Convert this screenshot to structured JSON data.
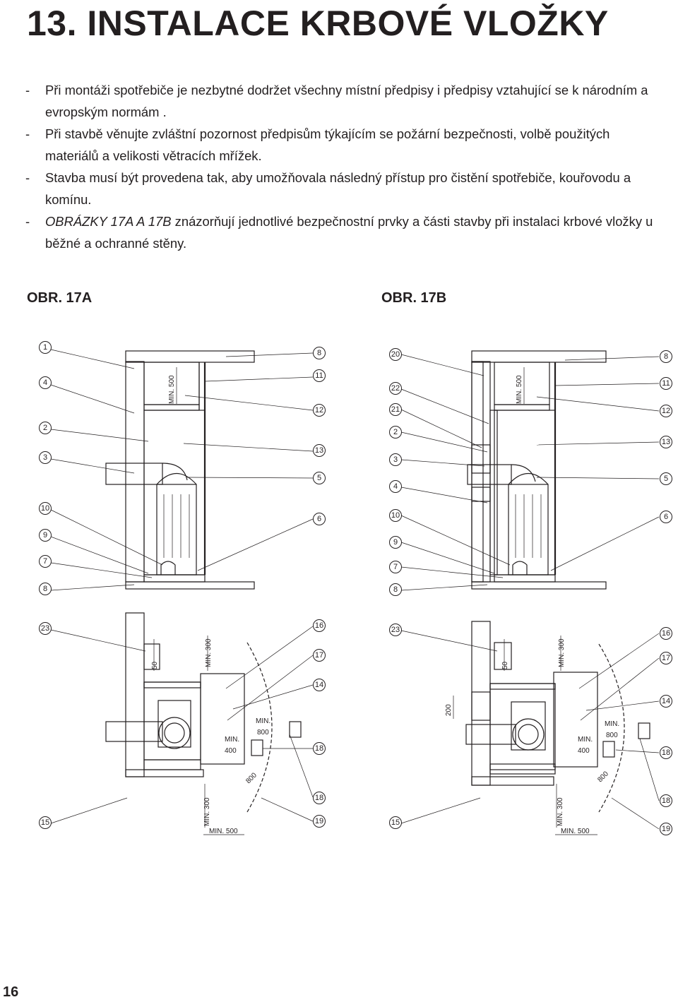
{
  "title": "13. INSTALACE KRBOVÉ VLOŽKY",
  "bullets": [
    {
      "dash": "-",
      "lead": "",
      "text": "Při montáži spotřebiče je nezbytné dodržet všechny místní předpisy i předpisy vztahující se k národním a evropským normám ."
    },
    {
      "dash": "-",
      "lead": "",
      "text": "Při stavbě věnujte zvláštní pozornost předpisům týkajícím se požární bezpečnosti, volbě použitých materiálů a velikosti větracích mřížek."
    },
    {
      "dash": "-",
      "lead": "",
      "text": "Stavba musí být provedena tak, aby umožňovala následný přístup pro čistění spotřebiče, kouřovodu a komínu."
    },
    {
      "dash": "-",
      "lead": "OBRÁZKY 17A A 17B",
      "text": " znázorňují jednotlivé bezpečnostní prvky a části stavby při instalaci krbové vložky u běžné a ochranné stěny."
    }
  ],
  "figures": {
    "a": {
      "label": "OBR. 17A",
      "callouts_top": [
        "1",
        "4",
        "2",
        "3",
        "10",
        "9",
        "7",
        "8",
        "8",
        "11",
        "12",
        "13",
        "5",
        "6"
      ],
      "callouts_bottom": [
        "23",
        "16",
        "17",
        "14",
        "18",
        "18",
        "15",
        "19"
      ],
      "dims": {
        "top_min": "MIN. 500",
        "b1": "50",
        "b2": "MIN. 300",
        "b3": "MIN.",
        "b4": "800",
        "b5": "MIN.",
        "b6": "400",
        "b7": "800",
        "b8": "MIN. 300",
        "b9": "MIN. 500"
      }
    },
    "b": {
      "label": "OBR. 17B",
      "callouts_top": [
        "20",
        "22",
        "21",
        "2",
        "3",
        "4",
        "10",
        "9",
        "7",
        "8",
        "8",
        "11",
        "12",
        "13",
        "5",
        "6"
      ],
      "callouts_bottom": [
        "23",
        "16",
        "17",
        "14",
        "18",
        "18",
        "15",
        "19"
      ],
      "dims": {
        "top_min": "MIN. 500",
        "b1": "50",
        "b2": "MIN. 300",
        "b0": "200",
        "b3": "MIN.",
        "b4": "800",
        "b5": "MIN.",
        "b6": "400",
        "b7": "800",
        "b8": "MIN. 300",
        "b9": "MIN. 500"
      }
    }
  },
  "page_number": "16"
}
